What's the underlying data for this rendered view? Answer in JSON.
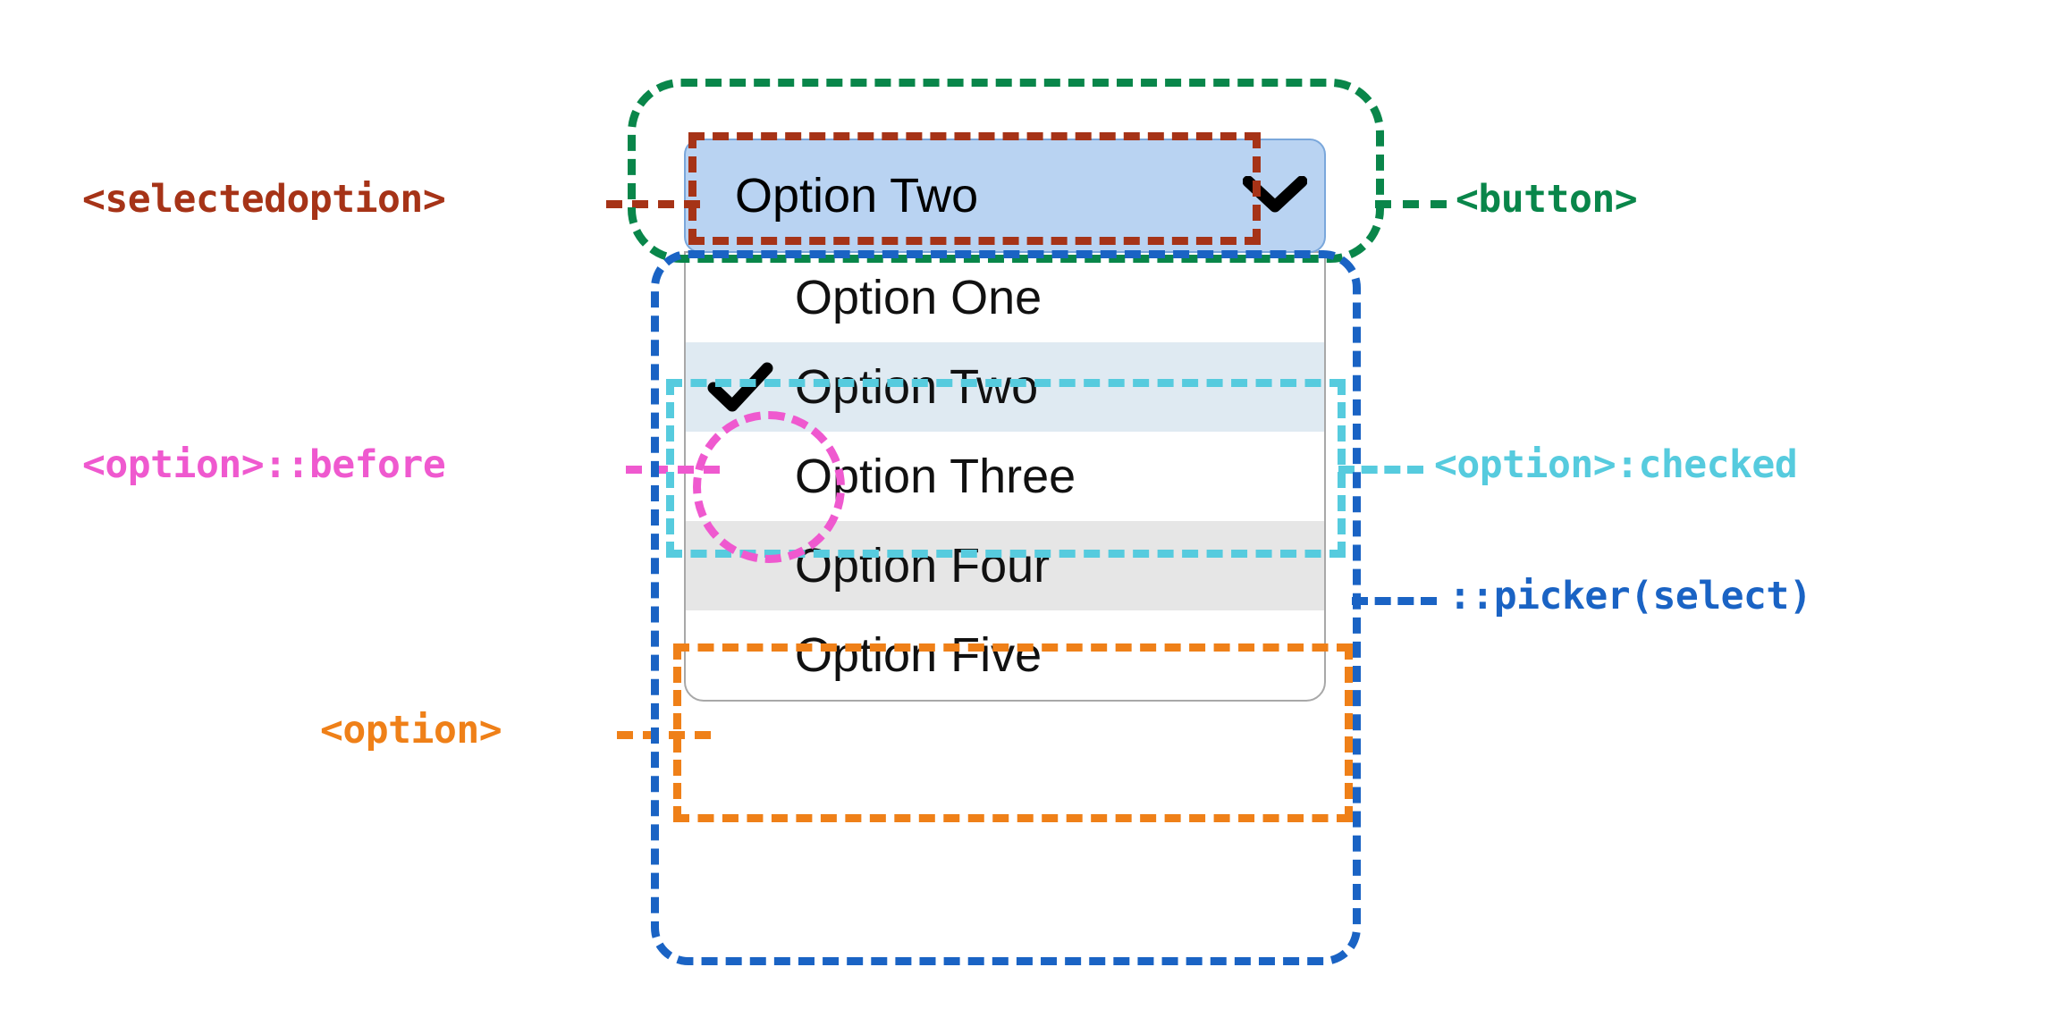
{
  "widget": {
    "button": {
      "selected_label": "Option Two",
      "chevron_icon": "chevron-down-icon"
    },
    "picker": {
      "options": [
        {
          "label": "Option One",
          "state": "normal",
          "mark": ""
        },
        {
          "label": "Option Two",
          "state": "checked",
          "mark": "check-icon"
        },
        {
          "label": "Option Three",
          "state": "normal",
          "mark": ""
        },
        {
          "label": "Option Four",
          "state": "hovered",
          "mark": ""
        },
        {
          "label": "Option Five",
          "state": "normal",
          "mark": ""
        }
      ]
    }
  },
  "annotations": {
    "selectedoption": "<selectedoption>",
    "button": "<button>",
    "option_before": "<option>::before",
    "option_checked": "<option>:checked",
    "picker_select": "::picker(select)",
    "option": "<option>"
  },
  "colors": {
    "selectedoption": "#a63317",
    "button": "#09864a",
    "option_before": "#ef59cf",
    "option_checked": "#56cbde",
    "picker_select": "#1a63c4",
    "option": "#ef8018",
    "button_fill": "#b9d3f2",
    "checked_fill": "#dfeaf2",
    "hovered_fill": "#e6e6e6",
    "panel_border": "#a8a8a8",
    "background": "#ffffff"
  }
}
